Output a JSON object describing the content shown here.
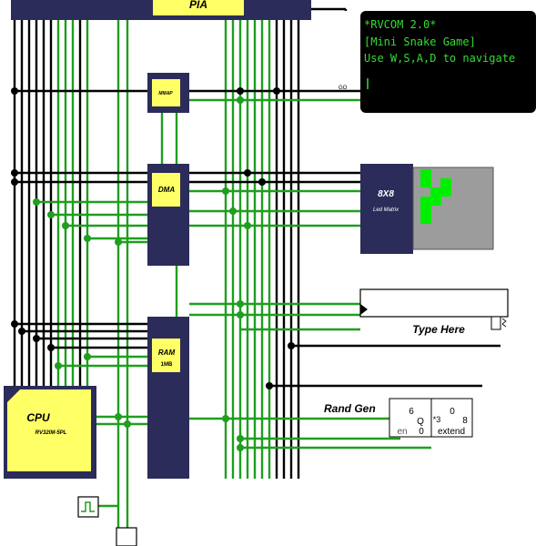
{
  "colors": {
    "wire_on": "#1f9e1f",
    "wire_off": "#000000",
    "chip_body": "#2c2c5a",
    "chip_label": "#ffff66",
    "terminal_bg": "#000000",
    "terminal_text": "#33dd33",
    "led_on": "#00ee00",
    "led_off": "#9c9c9c"
  },
  "pia": {
    "label": "PIA"
  },
  "mmap": {
    "label": "MMAP"
  },
  "dma": {
    "label": "DMA"
  },
  "ram": {
    "label": "RAM",
    "size": "1MB"
  },
  "cpu": {
    "label": "CPU",
    "model": "RV32IM-5PL"
  },
  "terminal": {
    "lines": [
      "*RVCOM 2.0*",
      "[Mini Snake Game]",
      "Use W,S,A,D to navigate"
    ],
    "go_label": "GO"
  },
  "led_matrix": {
    "title": "8X8",
    "subtitle": "Led Matrix"
  },
  "keyboard": {
    "label": "Type Here"
  },
  "rand_gen": {
    "label": "Rand Gen",
    "left_top": "6",
    "left_q": "Q",
    "left_en": "en",
    "left_zero": "0",
    "right_star": "*3",
    "right_top": "0",
    "right_eight": "8",
    "right_extend": "extend"
  },
  "clock": {
    "icon": "clock-icon"
  }
}
